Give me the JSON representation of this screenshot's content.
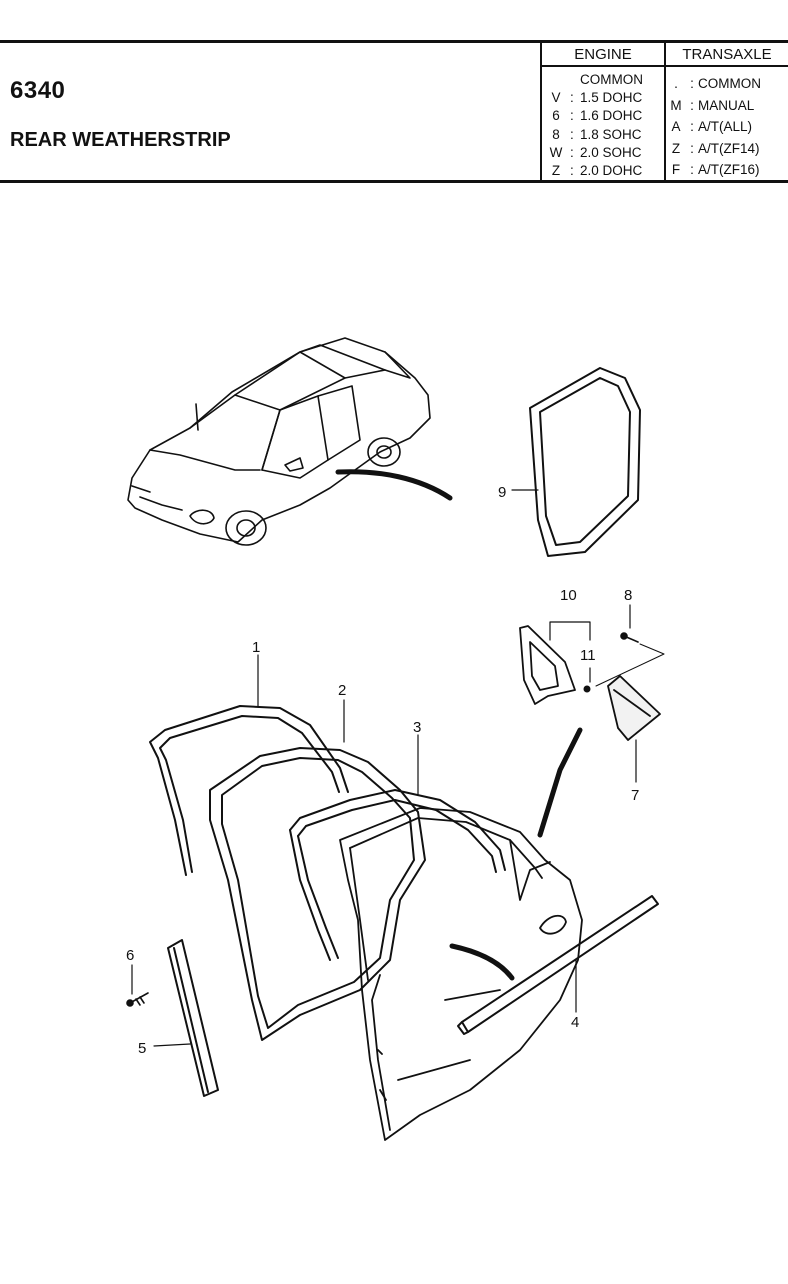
{
  "header": {
    "code": "6340",
    "title": "REAR WEATHERSTRIP"
  },
  "engine_table": {
    "heading": "ENGINE",
    "rows": [
      {
        "code": "",
        "sep": "",
        "value": "COMMON"
      },
      {
        "code": "V",
        "sep": ":",
        "value": "1.5 DOHC"
      },
      {
        "code": "6",
        "sep": ":",
        "value": "1.6 DOHC"
      },
      {
        "code": "8",
        "sep": ":",
        "value": "1.8 SOHC"
      },
      {
        "code": "W",
        "sep": ":",
        "value": "2.0 SOHC"
      },
      {
        "code": "Z",
        "sep": ":",
        "value": "2.0 DOHC"
      }
    ]
  },
  "transaxle_table": {
    "heading": "TRANSAXLE",
    "rows": [
      {
        "code": ".",
        "sep": ":",
        "value": "COMMON"
      },
      {
        "code": "M",
        "sep": ":",
        "value": "MANUAL"
      },
      {
        "code": "A",
        "sep": ":",
        "value": "A/T(ALL)"
      },
      {
        "code": "Z",
        "sep": ":",
        "value": "A/T(ZF14)"
      },
      {
        "code": "F",
        "sep": ":",
        "value": "A/T(ZF16)"
      }
    ]
  },
  "callouts": {
    "p1": "1",
    "p2": "2",
    "p3": "3",
    "p4": "4",
    "p5": "5",
    "p6": "6",
    "p7": "7",
    "p8": "8",
    "p9": "9",
    "p10": "10",
    "p11": "11"
  }
}
